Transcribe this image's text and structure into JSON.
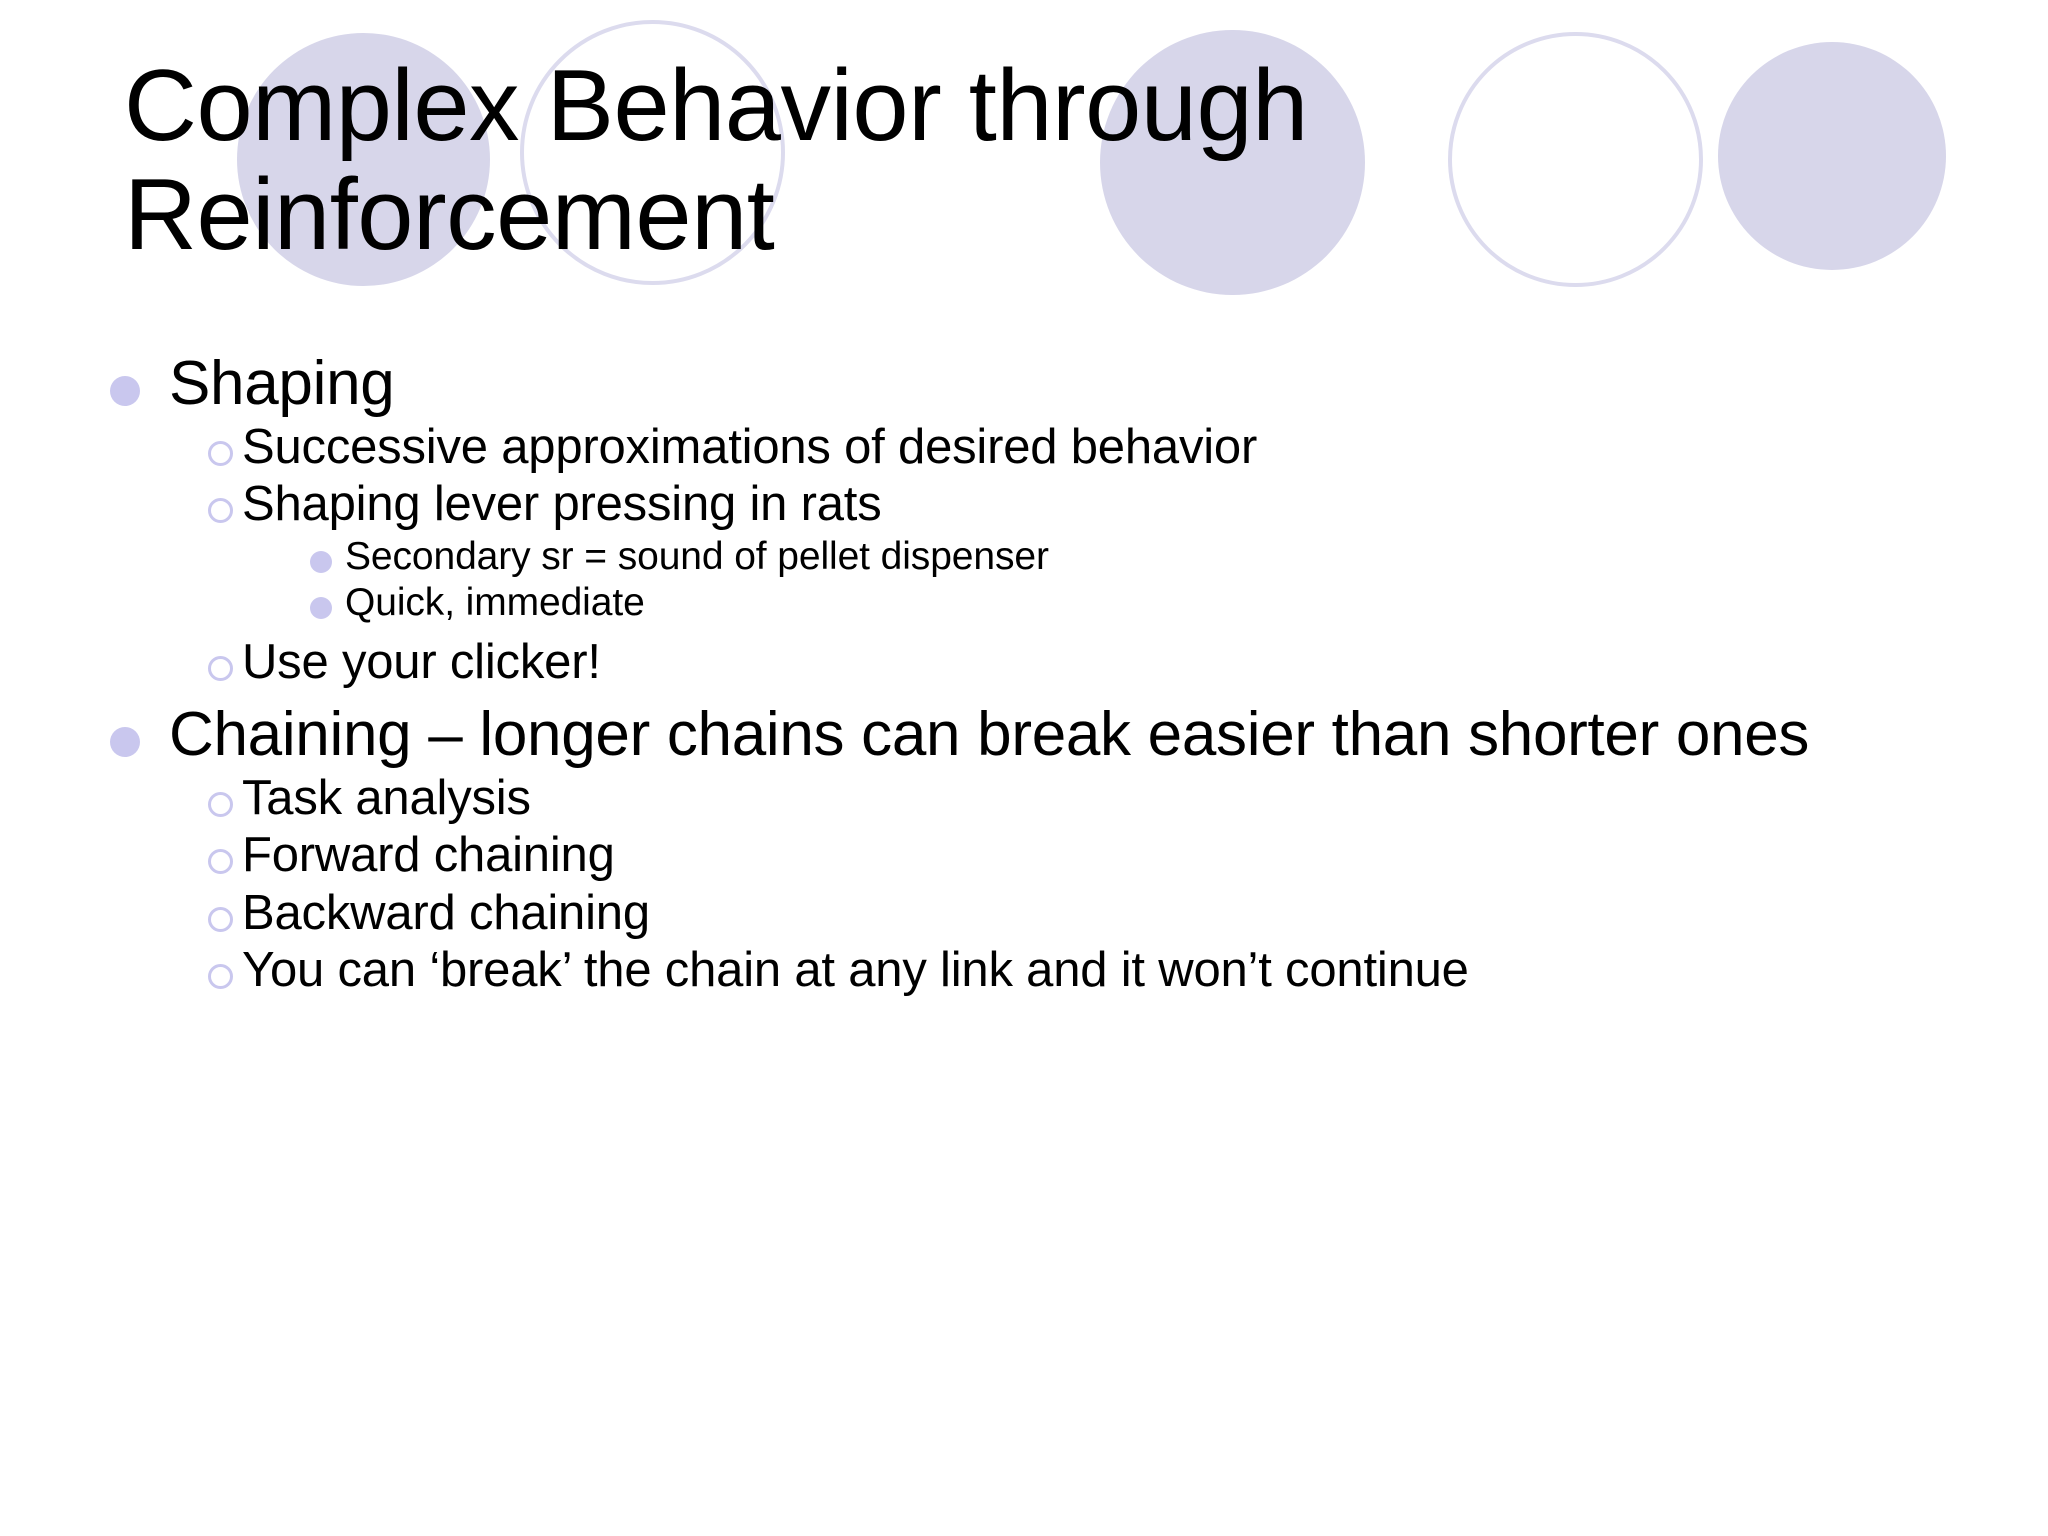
{
  "slide": {
    "title": "Complex Behavior through Reinforcement",
    "background_color": "#ffffff",
    "text_color": "#000000",
    "accent_color": "#c9c7ee",
    "decor_fill_color": "#d7d6ea",
    "decor_ring_color": "#dcdbee"
  },
  "decorations": [
    {
      "name": "decor-circle-1",
      "style": "filled"
    },
    {
      "name": "decor-circle-2",
      "style": "outlined"
    },
    {
      "name": "decor-circle-3",
      "style": "filled"
    },
    {
      "name": "decor-circle-4",
      "style": "outlined"
    },
    {
      "name": "decor-circle-5",
      "style": "filled"
    }
  ],
  "outline": [
    {
      "level": 1,
      "text": "Shaping",
      "bullet": "filled-circle"
    },
    {
      "level": 2,
      "text": "Successive approximations of desired behavior",
      "bullet": "hollow-circle"
    },
    {
      "level": 2,
      "text": "Shaping lever pressing in rats",
      "bullet": "hollow-circle"
    },
    {
      "level": 3,
      "text": "Secondary sr = sound of pellet dispenser",
      "bullet": "filled-circle"
    },
    {
      "level": 3,
      "text": "Quick, immediate",
      "bullet": "filled-circle"
    },
    {
      "level": 2,
      "text": "Use your clicker!",
      "bullet": "hollow-circle"
    },
    {
      "level": 1,
      "text": "Chaining – longer chains can break easier than shorter ones",
      "bullet": "filled-circle"
    },
    {
      "level": 2,
      "text": "Task analysis",
      "bullet": "hollow-circle"
    },
    {
      "level": 2,
      "text": "Forward chaining",
      "bullet": "hollow-circle"
    },
    {
      "level": 2,
      "text": "Backward chaining",
      "bullet": "hollow-circle"
    },
    {
      "level": 2,
      "text": "You can ‘break’ the chain at any link and it won’t continue",
      "bullet": "hollow-circle"
    }
  ]
}
